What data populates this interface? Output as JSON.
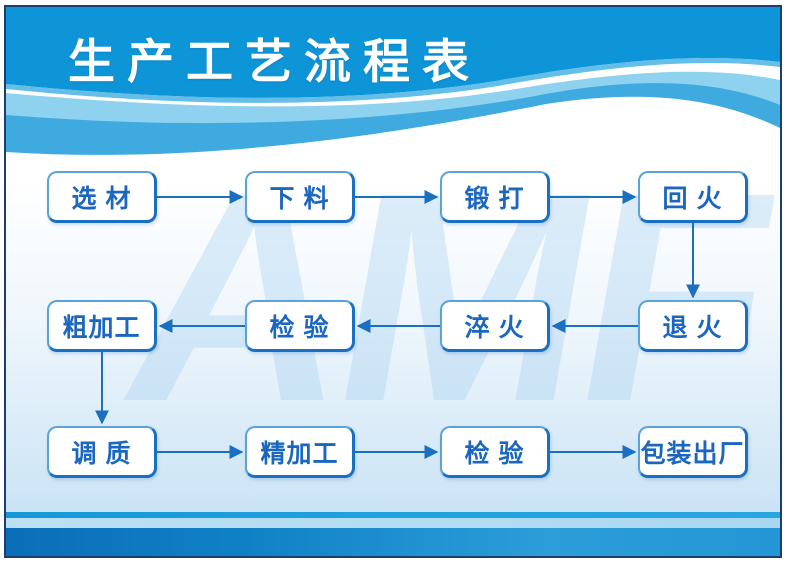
{
  "header": {
    "title": "生产工艺流程表"
  },
  "watermark": "AMF",
  "flow": {
    "nodes": [
      {
        "label": "选 材"
      },
      {
        "label": "下 料"
      },
      {
        "label": "锻 打"
      },
      {
        "label": "回 火"
      },
      {
        "label": "粗加工"
      },
      {
        "label": "检 验"
      },
      {
        "label": "淬 火"
      },
      {
        "label": "退 火"
      },
      {
        "label": "调 质"
      },
      {
        "label": "精加工"
      },
      {
        "label": "检 验"
      },
      {
        "label": "包装出厂"
      }
    ],
    "edges": [
      {
        "from": "选材",
        "to": "下料"
      },
      {
        "from": "下料",
        "to": "锻打"
      },
      {
        "from": "锻打",
        "to": "回火"
      },
      {
        "from": "回火",
        "to": "退火"
      },
      {
        "from": "退火",
        "to": "淬火"
      },
      {
        "from": "淬火",
        "to": "检验"
      },
      {
        "from": "检验",
        "to": "粗加工"
      },
      {
        "from": "粗加工",
        "to": "调质"
      },
      {
        "from": "调质",
        "to": "精加工"
      },
      {
        "from": "精加工",
        "to": "检验"
      },
      {
        "from": "检验",
        "to": "包装出厂"
      }
    ]
  },
  "colors": {
    "header_blue": "#0E95D8",
    "wave_light": "#8FD2EF",
    "wave_medium": "#3EAADF",
    "frame_border": "#1C3E6F",
    "box_border": "#1A6FC2",
    "box_text": "#1B67C0",
    "arrow": "#1B6FC0",
    "footer_dark": "#0B6DB8",
    "watermark_tint": "#DCEBF7"
  }
}
